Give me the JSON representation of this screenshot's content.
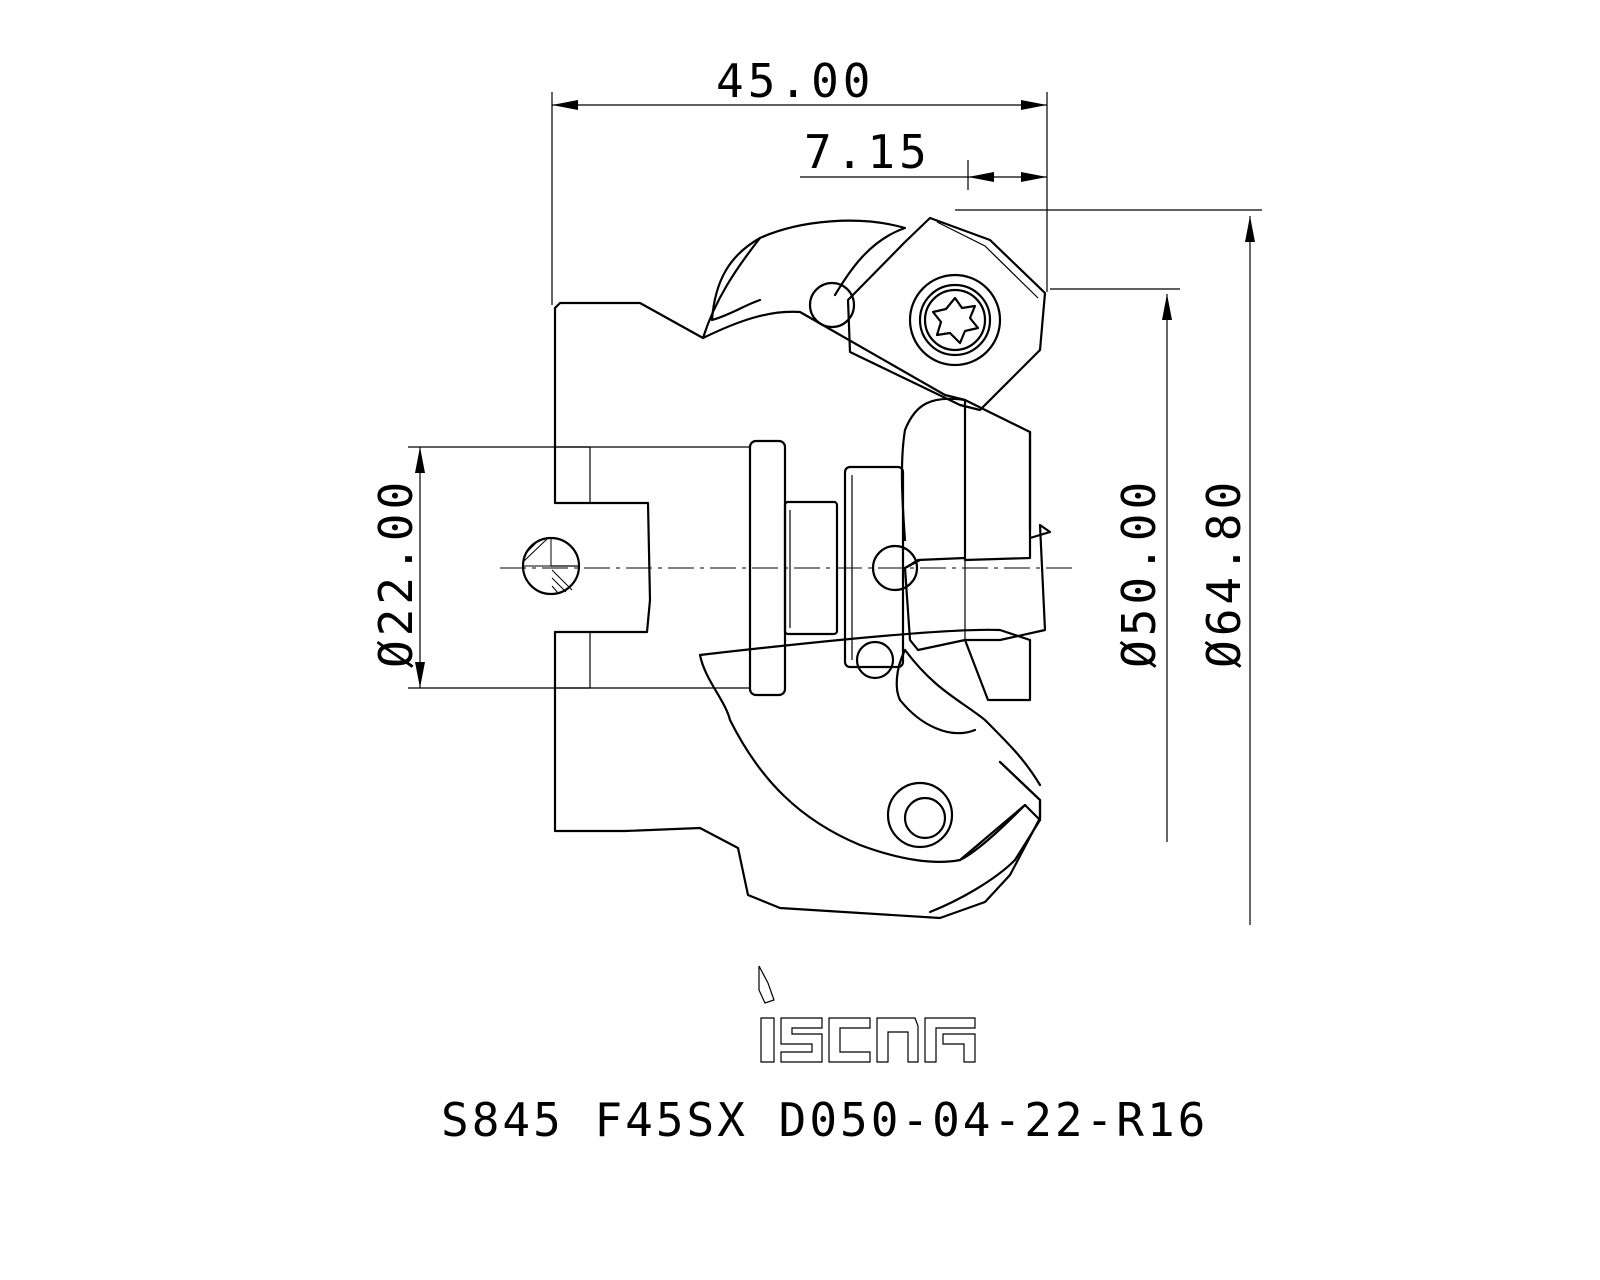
{
  "dimensions": {
    "overall_length": "45.00",
    "insert_offset": "7.15",
    "bore_diameter": "Ø22.00",
    "cutting_diameter": "Ø50.00",
    "max_diameter": "Ø64.80"
  },
  "brand": {
    "logo_text": "iscar"
  },
  "part_number": "S845 F45SX D050-04-22-R16"
}
